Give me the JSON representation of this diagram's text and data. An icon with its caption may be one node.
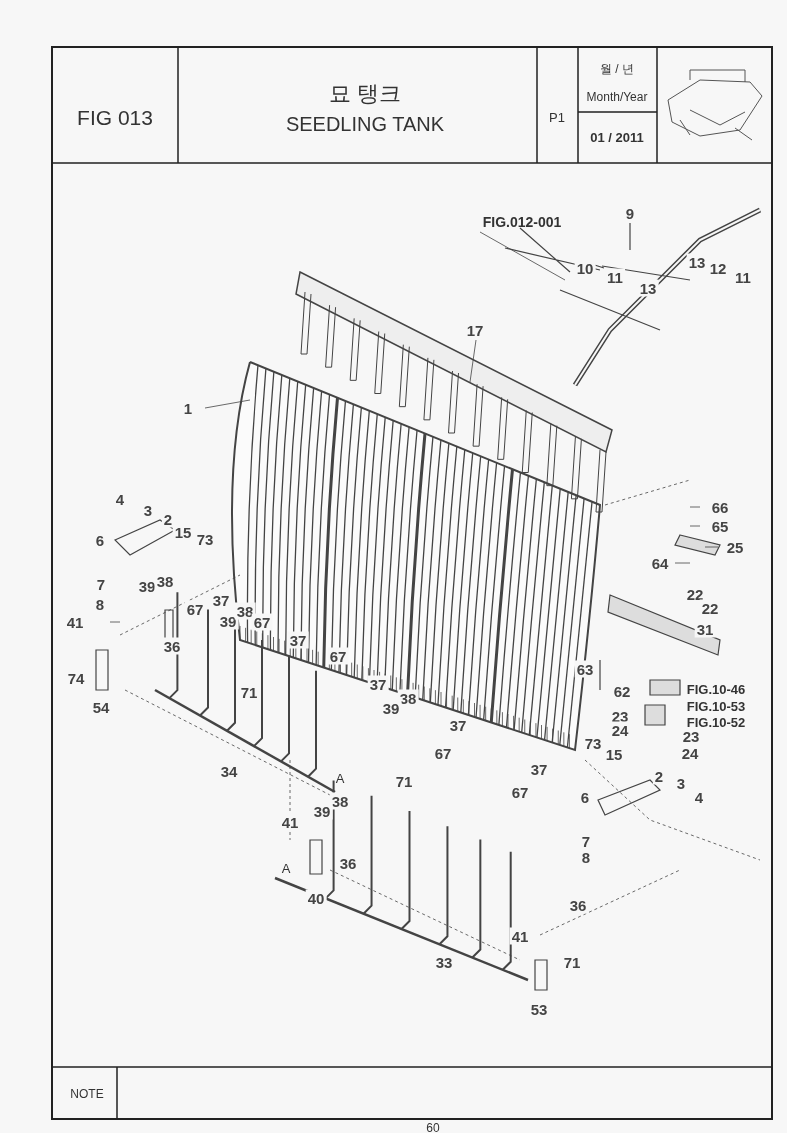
{
  "diagram": {
    "labels": [
      "FIG 013",
      "묘 탱크",
      "SEEDLING TANK",
      "P1",
      "월 / 년",
      "Month/Year",
      "01 / 2011",
      "FIG.012-001",
      "9",
      "10",
      "11",
      "13",
      "12",
      "11",
      "13",
      "17",
      "1",
      "4",
      "3",
      "6",
      "2",
      "15",
      "73",
      "66",
      "65",
      "25",
      "64",
      "7",
      "39",
      "38",
      "8",
      "67",
      "37",
      "22",
      "22",
      "41",
      "39",
      "38",
      "67",
      "37",
      "31",
      "36",
      "67",
      "37",
      "63",
      "62",
      "74",
      "71",
      "FIG.10-46",
      "54",
      "38",
      "39",
      "37",
      "FIG.10-53",
      "23",
      "FIG.10-52",
      "24",
      "67",
      "73",
      "15",
      "23",
      "24",
      "34",
      "37",
      "71",
      "2",
      "3",
      "4",
      "67",
      "A",
      "38",
      "6",
      "39",
      "41",
      "36",
      "7",
      "A",
      "8",
      "40",
      "36",
      "41",
      "33",
      "71",
      "53",
      "NOTE",
      "60"
    ]
  }
}
